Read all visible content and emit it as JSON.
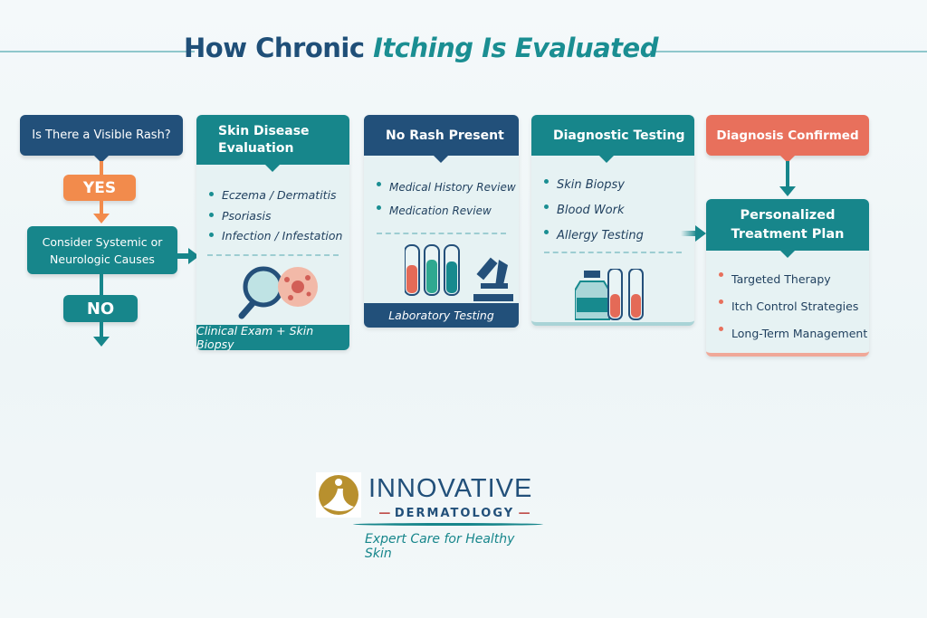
{
  "title": {
    "part1": "How Chronic ",
    "part2": "Itching Is Evaluated"
  },
  "question": "Is There a Visible Rash?",
  "yes": "YES",
  "no": "NO",
  "systemic": "Consider Systemic or Neurologic Causes",
  "skin_card": {
    "title": "Skin Disease Evaluation",
    "items": [
      "Eczema / Dermatitis",
      "Psoriasis",
      "Infection / Infestation"
    ],
    "footer": "Clinical Exam + Skin Biopsy",
    "icons": [
      "magnifier-icon",
      "skin-rash-icon"
    ]
  },
  "norash_card": {
    "title": "No Rash Present",
    "items": [
      "Medical History Review",
      "Medication Review"
    ],
    "footer": "Laboratory Testing",
    "icons": [
      "test-tubes-icon",
      "microscope-icon"
    ]
  },
  "diag_card": {
    "title": "Diagnostic Testing",
    "items": [
      "Skin Biopsy",
      "Blood Work",
      "Allergy Testing"
    ],
    "icons": [
      "bottle-icon",
      "test-tubes-icon"
    ]
  },
  "confirmed": "Diagnosis Confirmed",
  "plan_card": {
    "title": "Personalized Treatment Plan",
    "items": [
      "Targeted Therapy",
      "Itch Control Strategies",
      "Long-Term Management"
    ]
  },
  "logo": {
    "name": "INNOVATIVE",
    "sub": "DERMATOLOGY",
    "tagline": "Expert Care for Healthy Skin"
  },
  "colors": {
    "dark": "#22507a",
    "teal": "#17868b",
    "coral": "#e8705c",
    "orange": "#f28b4c"
  }
}
